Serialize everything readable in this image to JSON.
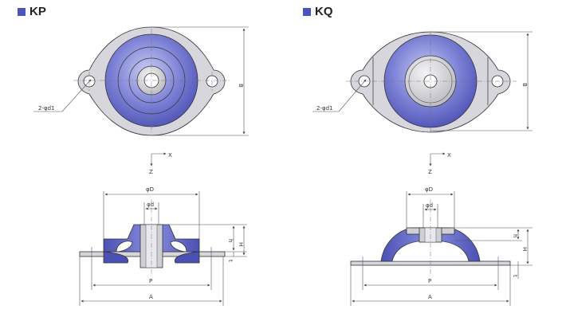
{
  "colors": {
    "rubber": "#5a5fc0",
    "rubber_light": "#b4b8e8",
    "metal": "#d4d4da",
    "metal_dark": "#bdbdc4",
    "accent_square": "#4a56b8"
  },
  "left": {
    "title": "KP",
    "hole_label": "2-φd1",
    "dim_B": "B",
    "axis_x": "X",
    "axis_z": "Z",
    "dim_D": "φD",
    "dim_d": "φd",
    "dim_h": "h",
    "dim_H": "H",
    "dim_t": "t",
    "dim_P": "P",
    "dim_A": "A"
  },
  "right": {
    "title": "KQ",
    "hole_label": "2-φd1",
    "dim_B": "B",
    "axis_x": "X",
    "axis_z": "Z",
    "dim_D": "φD",
    "dim_d": "φd",
    "dim_h": "h",
    "dim_H": "H",
    "dim_t": "t",
    "dim_P": "P",
    "dim_A": "A"
  }
}
